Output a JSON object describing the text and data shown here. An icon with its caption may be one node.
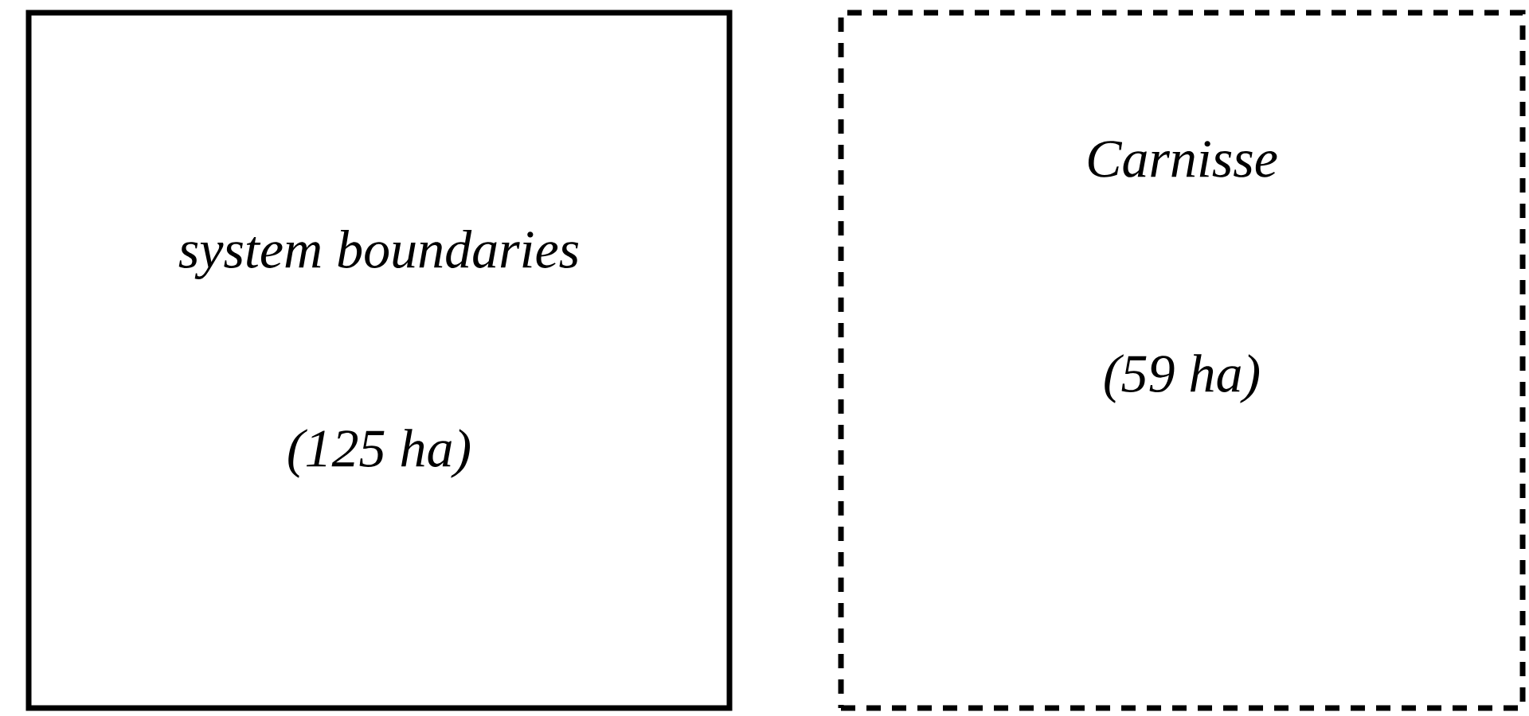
{
  "diagram": {
    "nodes": [
      {
        "text": [
          "system boundaries",
          "(125 ha)"
        ]
      },
      {
        "text": [
          "Carnisse",
          "(59 ha)"
        ]
      }
    ]
  }
}
